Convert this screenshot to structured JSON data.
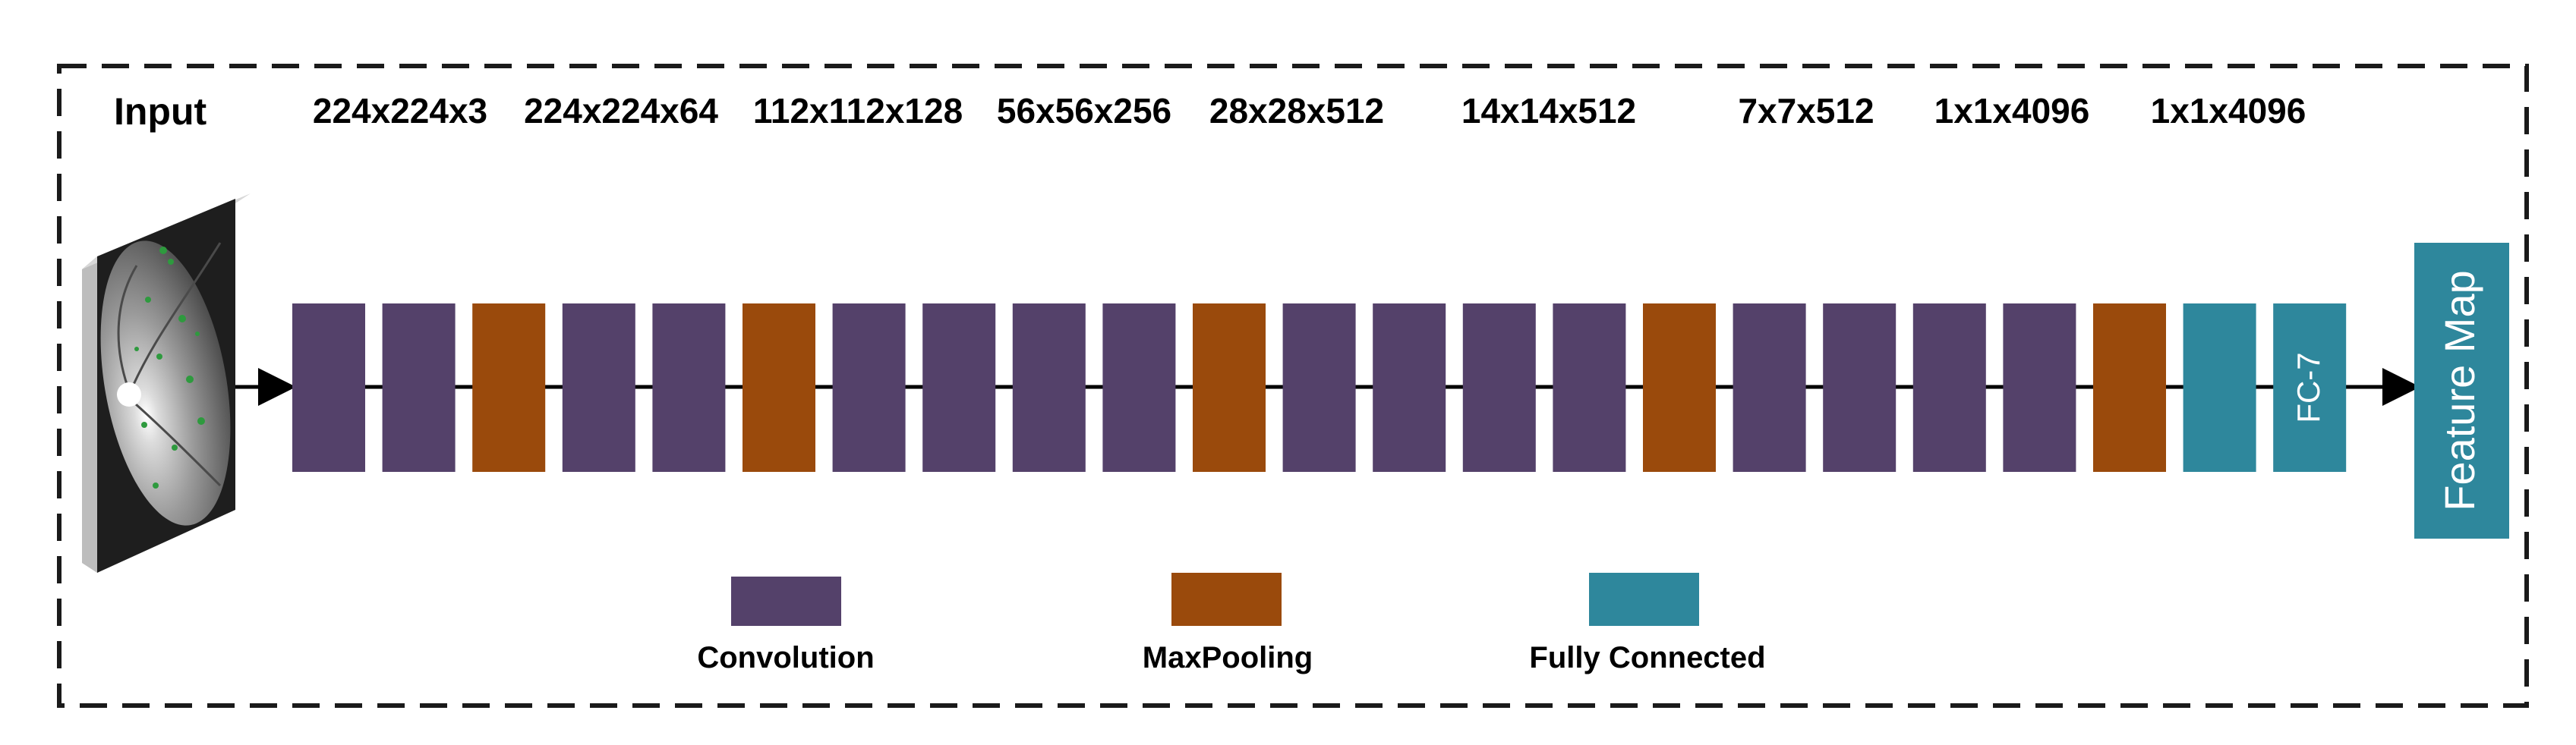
{
  "input_label": "Input",
  "dimension_labels": [
    "224x224x3",
    "224x224x64",
    "112x112x128",
    "56x56x256",
    "28x28x512",
    "14x14x512",
    "7x7x512",
    "1x1x4096",
    "1x1x4096"
  ],
  "layers": [
    "conv",
    "conv",
    "pool",
    "conv",
    "conv",
    "pool",
    "conv",
    "conv",
    "conv",
    "conv",
    "pool",
    "conv",
    "conv",
    "conv",
    "conv",
    "pool",
    "conv",
    "conv",
    "conv",
    "conv",
    "pool",
    "fc",
    "fc"
  ],
  "fc7_label": "FC-7",
  "output_label": "Feature Map",
  "legend": {
    "convolution": "Convolution",
    "maxpooling": "MaxPooling",
    "fully_connected": "Fully Connected"
  },
  "colors": {
    "convolution": "#54416a",
    "maxpooling": "#9a4a0c",
    "fully_connected": "#2e879c",
    "frame": "#1a1a1a"
  }
}
